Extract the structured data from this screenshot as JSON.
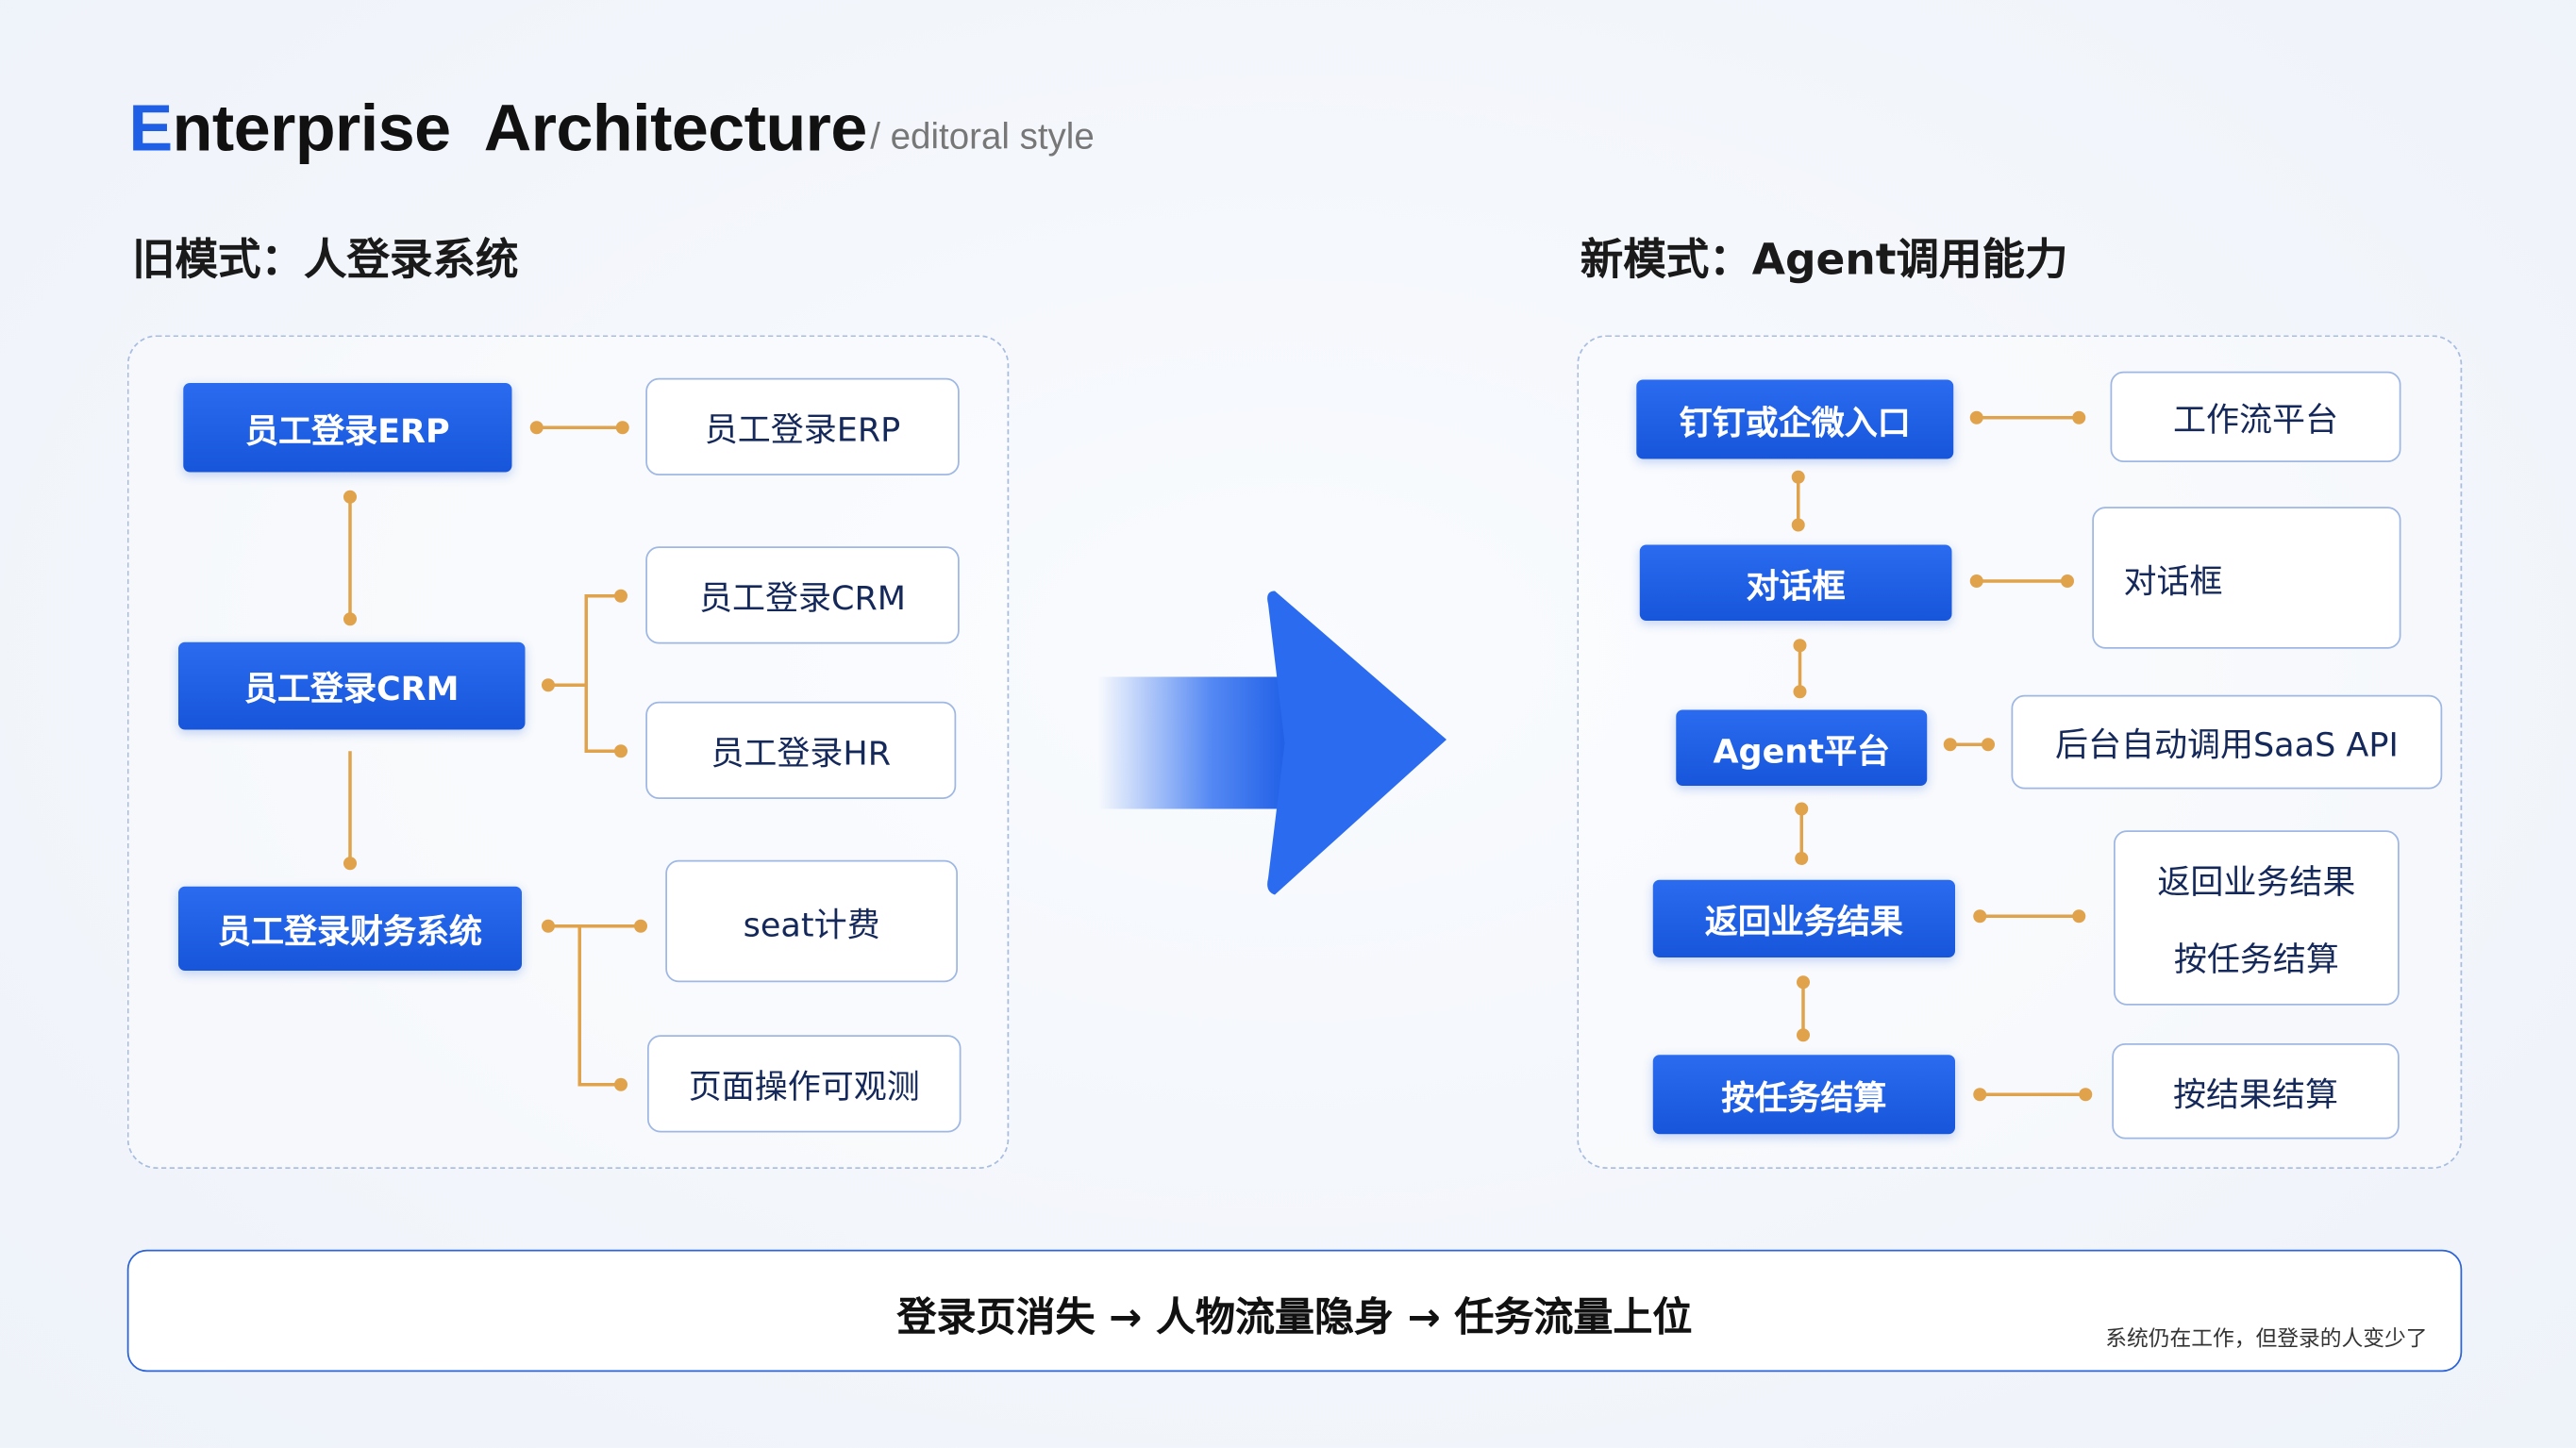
{
  "header": {
    "title_first": "E",
    "title_rest": "nterprise  Architecture",
    "subtitle": "/ editoral style"
  },
  "old": {
    "title": "旧模式：人登录系统",
    "primary": [
      "员工登录ERP",
      "员工登录CRM",
      "员工登录财务系统"
    ],
    "secondary": [
      "员工登录ERP",
      "员工登录CRM",
      "员工登录HR",
      "seat计费",
      "页面操作可观测"
    ]
  },
  "new": {
    "title": "新模式：Agent调用能力",
    "primary": [
      "钉钉或企微入口",
      "对话框",
      "Agent平台",
      "返回业务结果",
      "按任务结算"
    ],
    "secondary": [
      "工作流平台",
      "对话框",
      "后台自动调用SaaS API",
      "返回业务结果",
      "按任务结算",
      "按结果结算"
    ]
  },
  "bottom": {
    "main": "登录页消失 → 人物流量隐身 → 任务流量上位",
    "note": "系统仍在工作，但登录的人变少了"
  },
  "colors": {
    "accent": "#1f5fe6",
    "connector": "#e0a24a"
  }
}
